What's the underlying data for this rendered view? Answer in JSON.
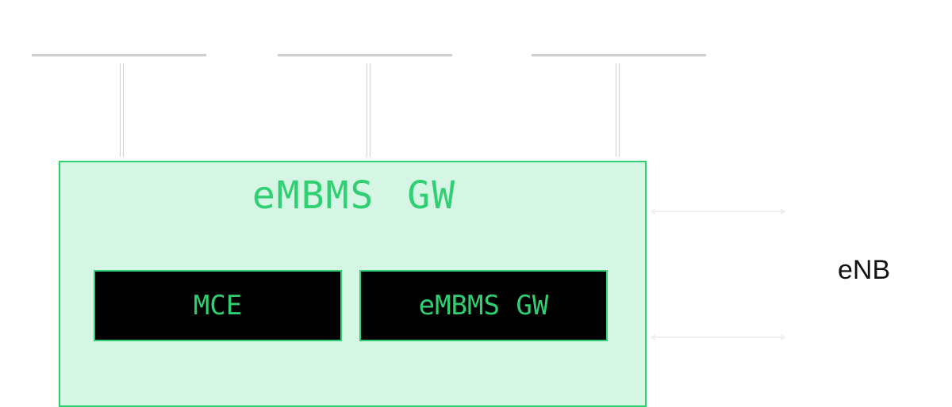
{
  "diagram": {
    "gateway_title": "eMBMS GW",
    "components": [
      {
        "label": "MCE"
      },
      {
        "label": "eMBMS GW"
      }
    ],
    "external_node": "eNB"
  },
  "colors": {
    "green": "#2fcf72",
    "box_fill": "#d6f6e5",
    "line_gray": "#cfcfcf",
    "black": "#000000"
  }
}
